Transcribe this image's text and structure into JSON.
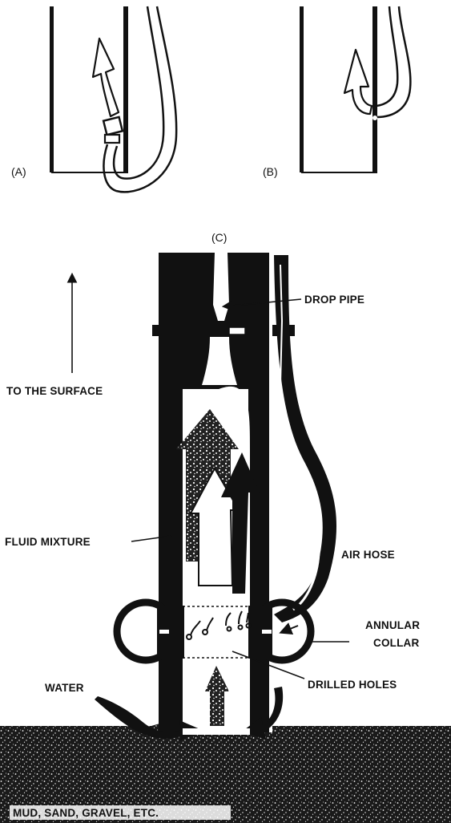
{
  "diagram": {
    "panel_a_label": "(A)",
    "panel_b_label": "(B)",
    "panel_c_label": "(C)",
    "labels": {
      "drop_pipe": "DROP PIPE",
      "to_surface": "TO THE SURFACE",
      "fluid_mixture": "FLUID MIXTURE",
      "air_hose": "AIR HOSE",
      "annular_collar_1": "ANNULAR",
      "annular_collar_2": "COLLAR",
      "water": "WATER",
      "drilled_holes": "DRILLED HOLES",
      "ground": "MUD, SAND, GRAVEL, ETC."
    },
    "colors": {
      "ink": "#111111",
      "paper": "#ffffff",
      "speckle": "#1a1a1a"
    }
  }
}
